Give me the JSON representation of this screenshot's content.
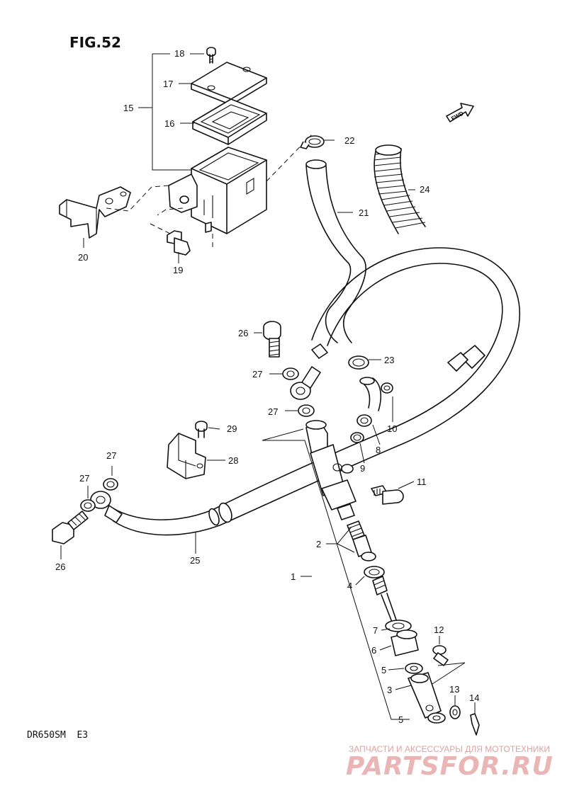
{
  "figure_title": "FIG.52",
  "model_code": "DR650SM  E3",
  "fwd_arrow_label": "FWD",
  "watermark": {
    "line1": "ЗАПЧАСТИ И АКСЕССУАРЫ ДЛЯ МОТОТЕХНИКИ",
    "line2": "PARTSFOR.RU"
  },
  "callouts": {
    "c1": "1",
    "c2": "2",
    "c3": "3",
    "c4": "4",
    "c5a": "5",
    "c5b": "5",
    "c6": "6",
    "c7": "7",
    "c8": "8",
    "c9": "9",
    "c10": "10",
    "c11": "11",
    "c12": "12",
    "c13": "13",
    "c14": "14",
    "c15": "15",
    "c16": "16",
    "c17": "17",
    "c18": "18",
    "c19": "19",
    "c20": "20",
    "c21": "21",
    "c22": "22",
    "c23": "23",
    "c24": "24",
    "c25": "25",
    "c26a": "26",
    "c26b": "26",
    "c27a": "27",
    "c27b": "27",
    "c27c": "27",
    "c27d": "27",
    "c28": "28",
    "c29": "29"
  }
}
